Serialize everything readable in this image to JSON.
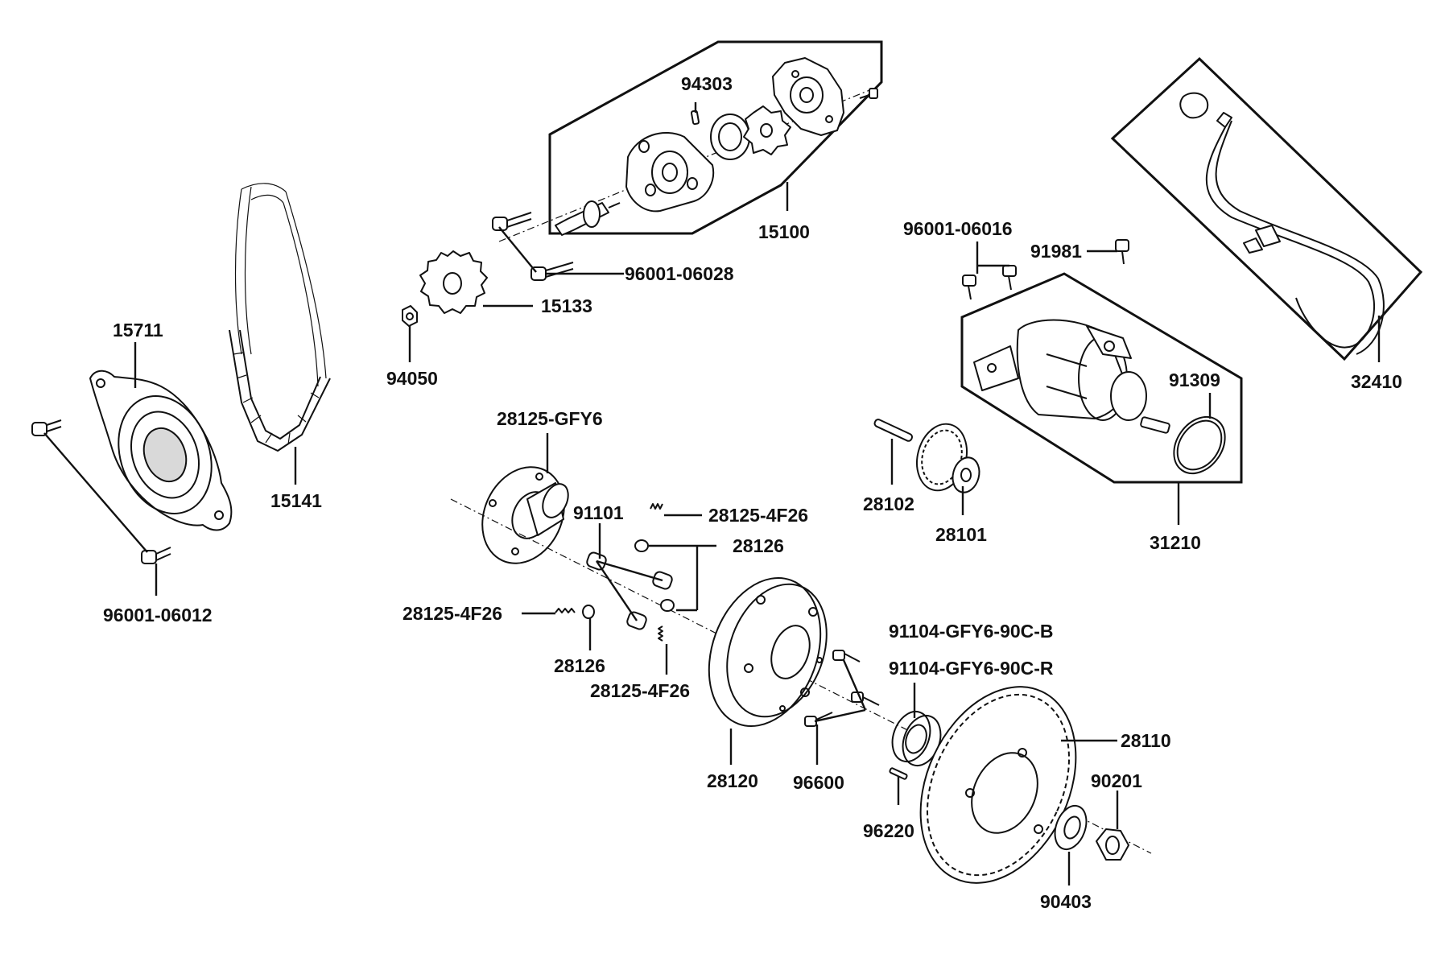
{
  "colors": {
    "line": "#111111",
    "background": "#ffffff"
  },
  "parts": {
    "p94303": "94303",
    "p15100": "15100",
    "p96001_06028": "96001-06028",
    "p15133": "15133",
    "p94050": "94050",
    "p15711": "15711",
    "p15141": "15141",
    "p96001_06012": "96001-06012",
    "p28125_gfy6": "28125-GFY6",
    "p91101": "91101",
    "p28125_4f26_a": "28125-4F26",
    "p28126_a": "28126",
    "p28125_4f26_b": "28125-4F26",
    "p28126_b": "28126",
    "p28125_4f26_c": "28125-4F26",
    "p28120": "28120",
    "p96600": "96600",
    "p91104_b": "91104-GFY6-90C-B",
    "p91104_r": "91104-GFY6-90C-R",
    "p28110": "28110",
    "p96220": "96220",
    "p90201": "90201",
    "p90403": "90403",
    "p96001_06016": "96001-06016",
    "p91981": "91981",
    "p91309": "91309",
    "p28102": "28102",
    "p28101": "28101",
    "p31210": "31210",
    "p32410": "32410"
  }
}
